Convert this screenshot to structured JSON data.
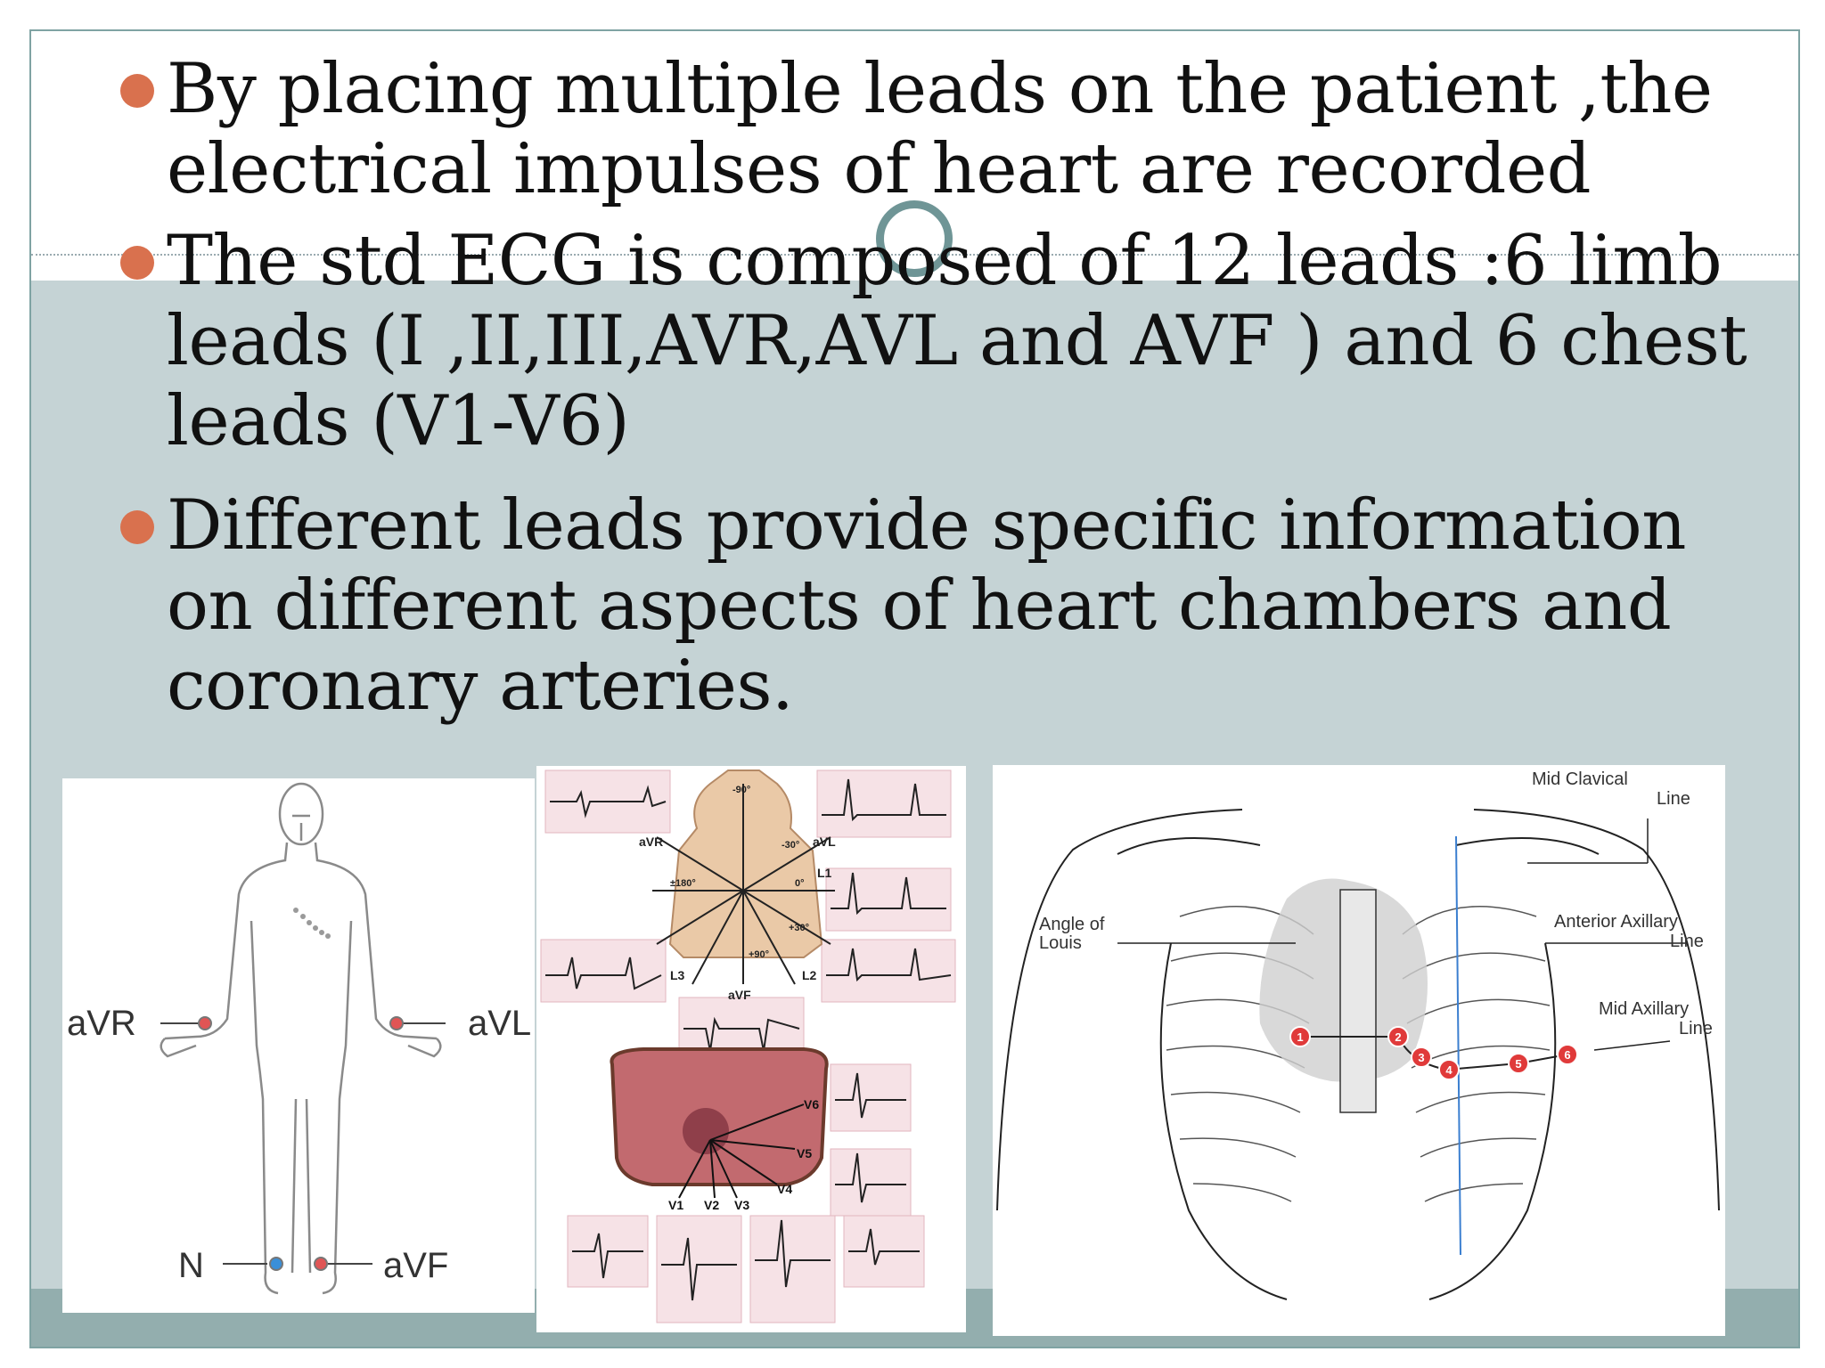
{
  "slide": {
    "bullets": [
      {
        "text": "By placing multiple leads on the patient ,the electrical impulses of heart are recorded"
      },
      {
        "text": "The std ECG is composed of 12 leads :6 limb leads (I ,II,III,AVR,AVL and AVF ) and 6 chest leads (V1-V6)"
      },
      {
        "text": "Different leads provide specific information on different aspects of heart chambers and coronary arteries."
      }
    ],
    "colors": {
      "bullet": "#d9714e",
      "band": "#c5d3d5",
      "footer": "#93aeae",
      "border": "#7fa3a3",
      "ring": "#6f9596"
    }
  },
  "figures": {
    "limb_leads": {
      "aVR": "aVR",
      "aVL": "aVL",
      "N": "N",
      "aVF": "aVF"
    },
    "frontal_leads": {
      "aVR": "aVR",
      "aVL": "aVL",
      "L1": "L1",
      "L2": "L2",
      "L3": "L3",
      "aVF": "aVF",
      "deg_neg90": "-90°",
      "deg_neg30": "-30°",
      "deg_0": "0°",
      "deg_30": "+30°",
      "deg_90": "+90°",
      "deg_180": "±180°",
      "V1": "V1",
      "V2": "V2",
      "V3": "V3",
      "V4": "V4",
      "V5": "V5",
      "V6": "V6"
    },
    "chest_placement": {
      "mid_clavical_1": "Mid Clavical",
      "mid_clavical_2": "Line",
      "angle_louis_1": "Angle of",
      "angle_louis_2": "Louis",
      "ant_axillary_1": "Anterior Axillary",
      "ant_axillary_2": "Line",
      "mid_axillary_1": "Mid Axillary",
      "mid_axillary_2": "Line",
      "electrodes": [
        "1",
        "2",
        "3",
        "4",
        "5",
        "6"
      ]
    }
  }
}
